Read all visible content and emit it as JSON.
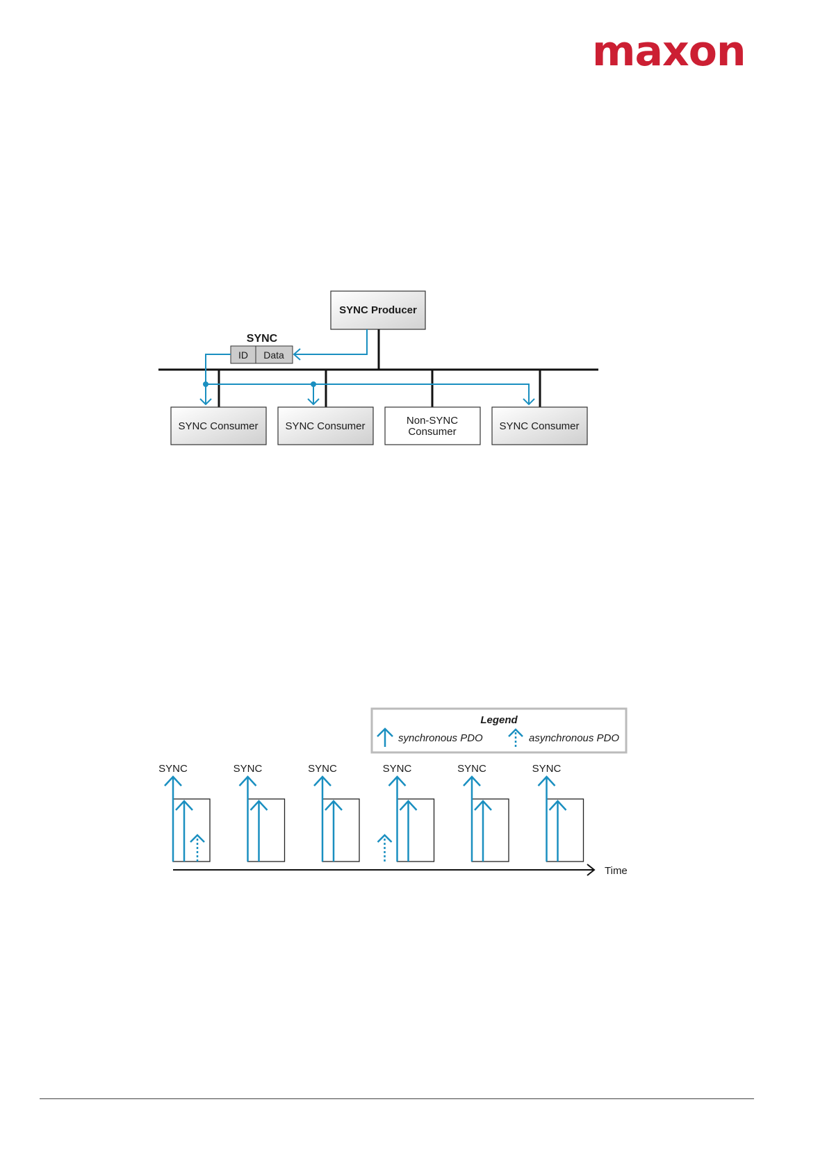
{
  "header": {
    "logo_text": "maxon",
    "brand_color": "#cc1f33"
  },
  "sync_diagram": {
    "producer_label": "SYNC Producer",
    "message_title": "SYNC",
    "message_fields": [
      "ID",
      "Data"
    ],
    "consumers": [
      "SYNC Consumer",
      "SYNC Consumer",
      "Non-SYNC Consumer",
      "SYNC Consumer"
    ],
    "non_sync_label_lines": [
      "Non-SYNC",
      "Consumer"
    ],
    "arrow_color": "#1a8fc0"
  },
  "timing_diagram": {
    "legend_title": "Legend",
    "legend_sync": "synchronous PDO",
    "legend_async": "asynchronous PDO",
    "sync_labels": [
      "SYNC",
      "SYNC",
      "SYNC",
      "SYNC",
      "SYNC",
      "SYNC"
    ],
    "time_label": "Time"
  }
}
